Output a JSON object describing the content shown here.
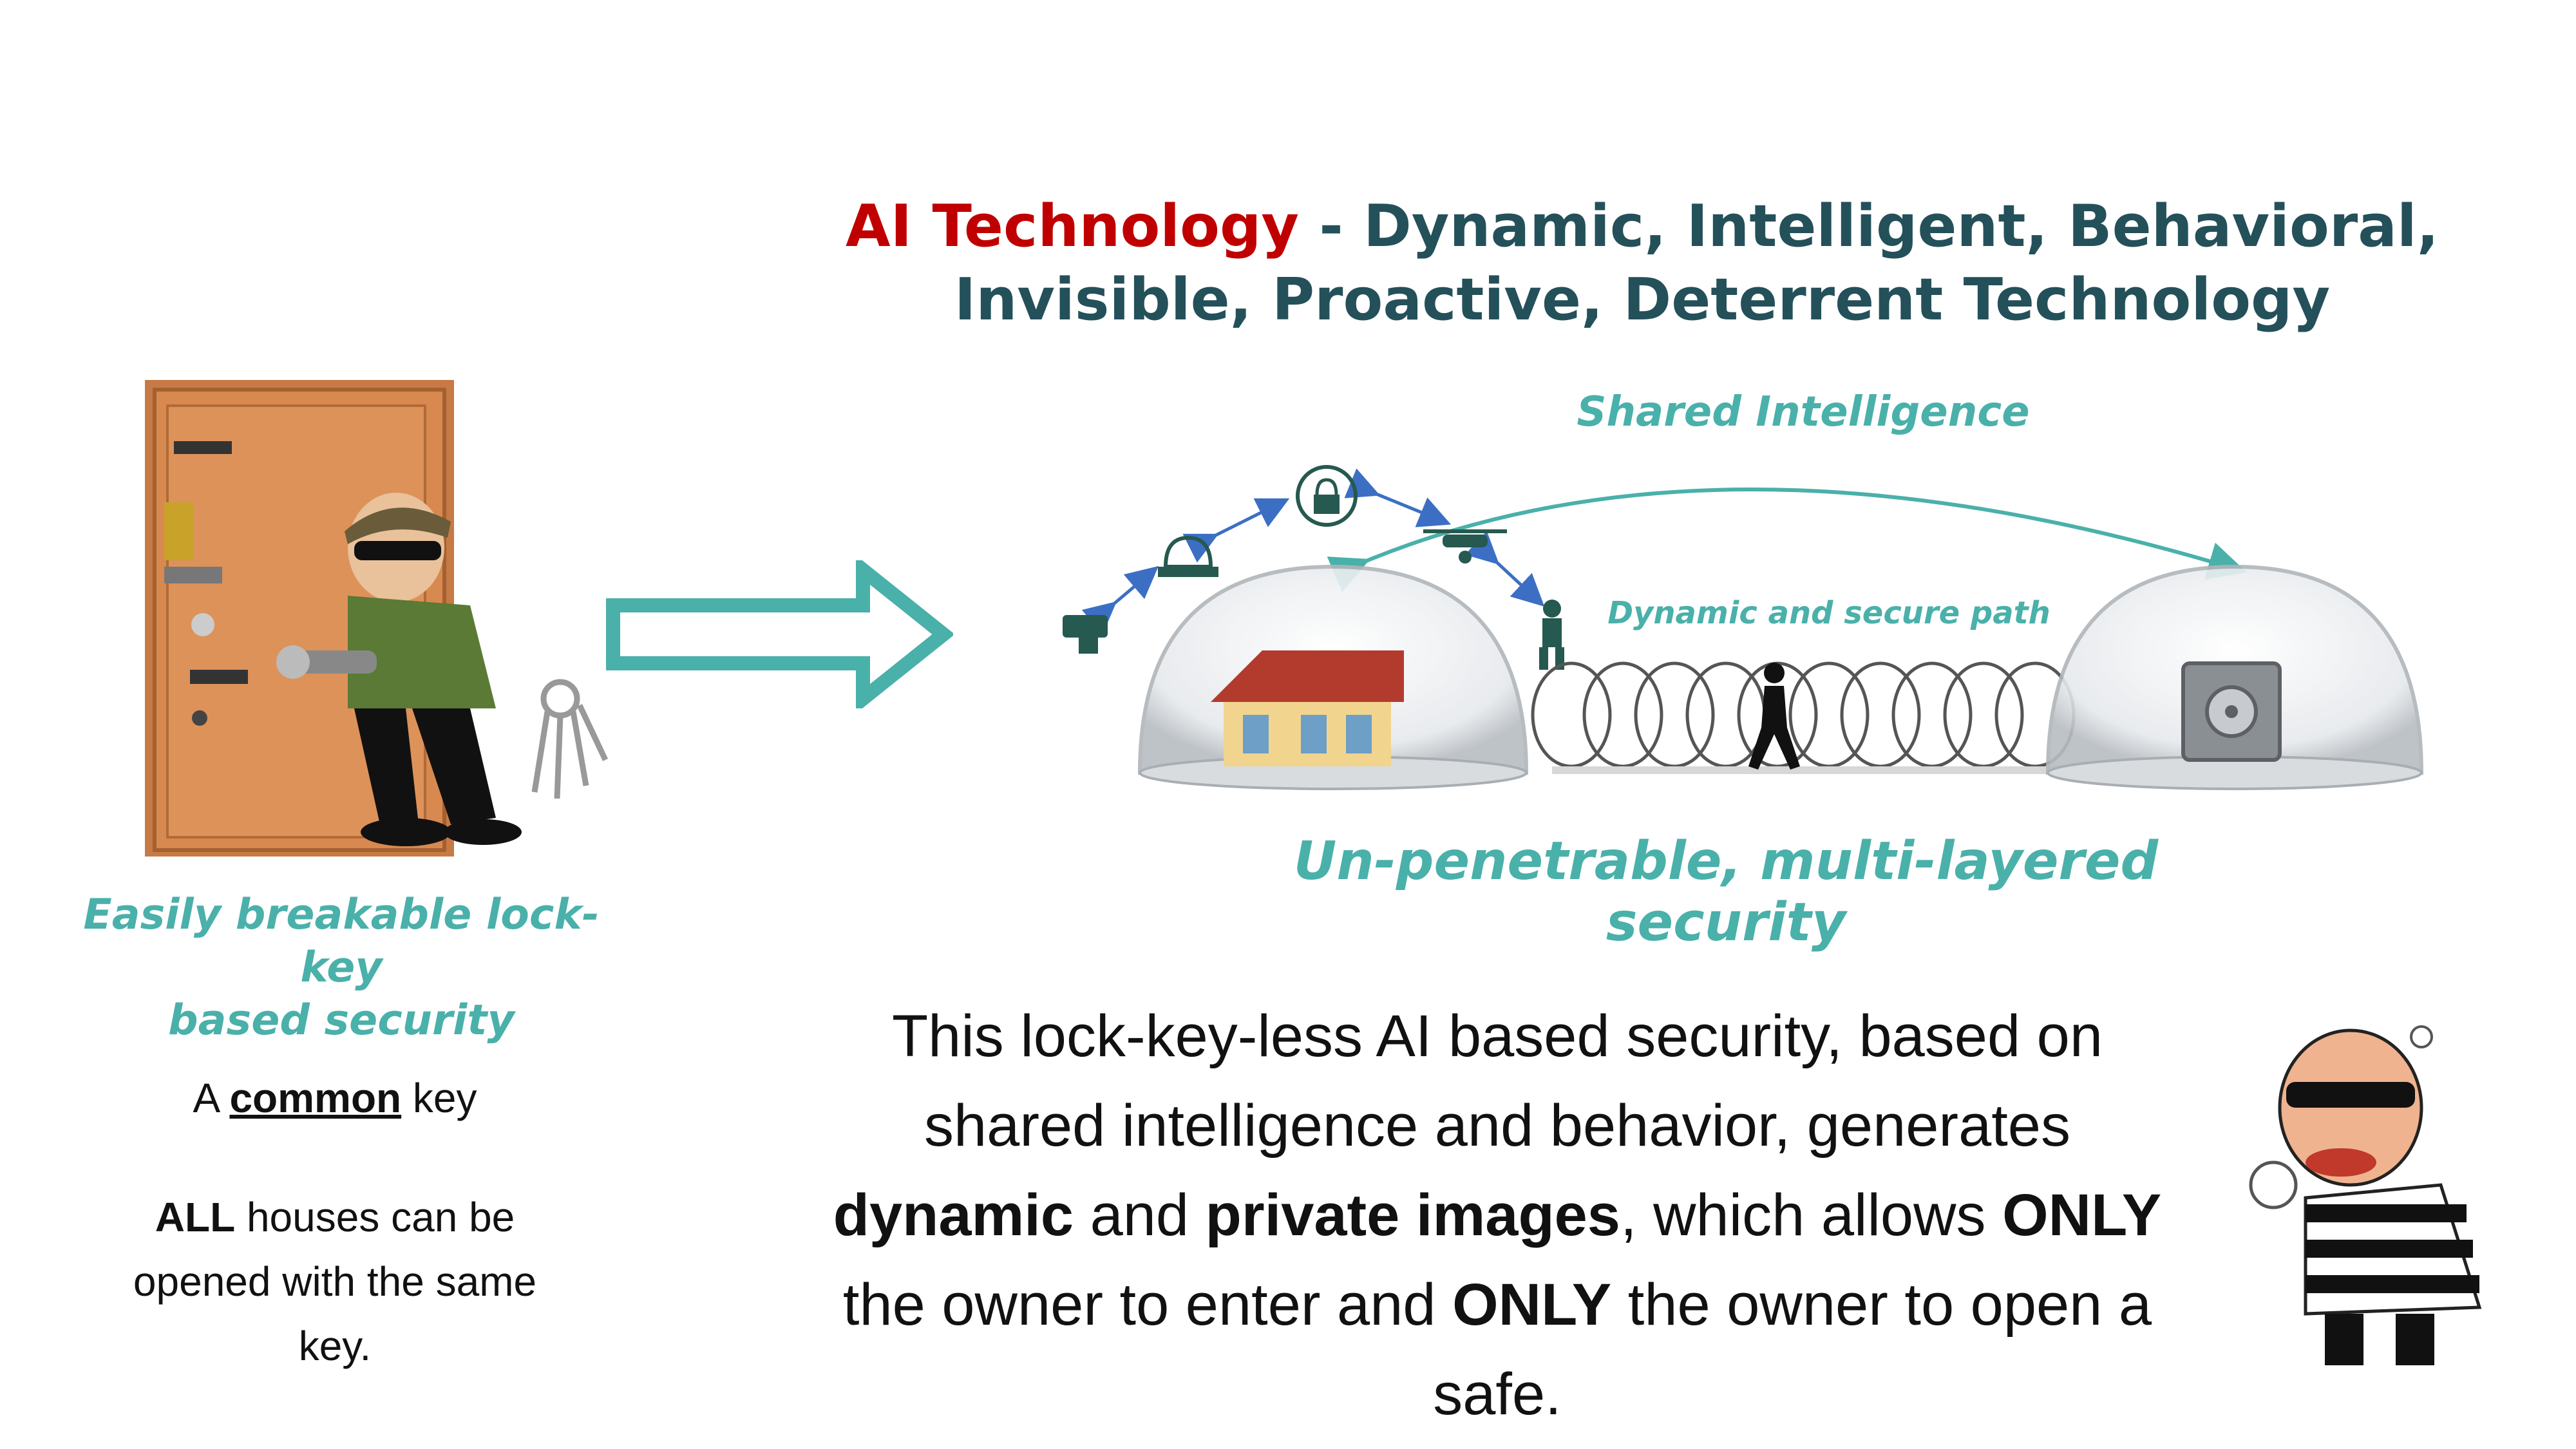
{
  "title": {
    "line1_red": "AI Technology",
    "line1_rest": " - Dynamic, Intelligent, Behavioral,",
    "line2": "Invisible, Proactive, Deterrent Technology"
  },
  "left_caption": {
    "line1": "Easily breakable lock-key",
    "line2": "based security"
  },
  "common_key": {
    "pre": "A ",
    "bold": "common",
    "post": " key"
  },
  "all_houses": {
    "bold": "ALL",
    "rest": " houses can be",
    "line2": "opened with the same",
    "line3": "key."
  },
  "shared_intelligence": "Shared Intelligence",
  "dynamic_path": "Dynamic and secure path",
  "unpenetrable": "Un-penetrable, multi-layered security",
  "main_text": {
    "p1": "This lock-key-less AI based security, based on",
    "p2": "shared intelligence and behavior, generates",
    "b1": "dynamic",
    "t1": " and ",
    "b2": "private images",
    "t2": ", which allows ",
    "b3": "ONLY",
    "p4a": "the owner to enter and ",
    "b4": "ONLY",
    "p4b": " the owner to open a",
    "p5": "safe."
  },
  "colors": {
    "title_red": "#c00000",
    "title_dark": "#24505a",
    "teal": "#4ab0aa",
    "arrow_blue": "#3c6fc4"
  },
  "icons": [
    "door-icon",
    "burglar-icon",
    "arrow-right-icon",
    "camera-icon",
    "alarm-icon",
    "shield-lock-icon",
    "drone-icon",
    "guard-icon",
    "dome-house-icon",
    "barbed-wire-icon",
    "walking-person-icon",
    "dome-safe-icon",
    "angry-thief-icon"
  ]
}
